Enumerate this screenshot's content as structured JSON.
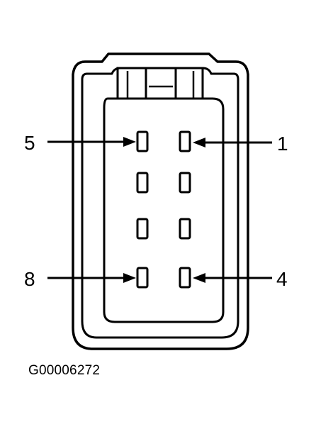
{
  "diagram": {
    "labels": {
      "pin_5": "5",
      "pin_1": "1",
      "pin_8": "8",
      "pin_4": "4"
    },
    "figure_id": "G00006272",
    "colors": {
      "line": "#000000",
      "background": "#ffffff"
    },
    "connector": {
      "pin_count": 8,
      "pin_rows": 4,
      "pin_columns": 2
    }
  }
}
